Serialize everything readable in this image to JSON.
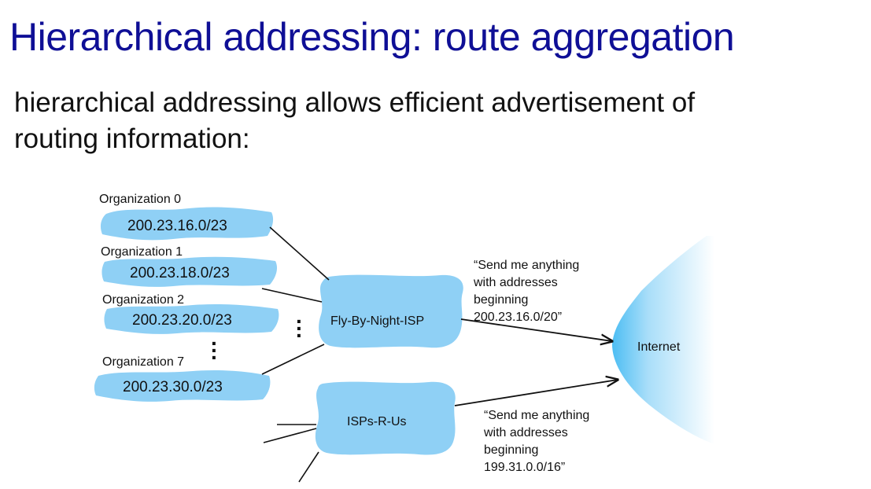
{
  "title": "Hierarchical addressing: route aggregation",
  "subtitle_lines": [
    "hierarchical addressing allows efficient advertisement of",
    "routing  information:"
  ],
  "organizations": [
    {
      "label": "Organization 0",
      "prefix": "200.23.16.0/23"
    },
    {
      "label": "Organization 1",
      "prefix": "200.23.18.0/23"
    },
    {
      "label": "Organization 2",
      "prefix": "200.23.20.0/23"
    },
    {
      "label": "Organization 7",
      "prefix": "200.23.30.0/23"
    }
  ],
  "isps": {
    "fly_by_night": "Fly-By-Night-ISP",
    "isps_r_us": "ISPs-R-Us"
  },
  "internet_label": "Internet",
  "advertisements": {
    "fly_by_night": [
      "“Send me anything",
      "with addresses",
      "beginning",
      "200.23.16.0/20”"
    ],
    "isps_r_us": [
      "“Send me anything",
      "with addresses",
      "beginning",
      "199.31.0.0/16”"
    ]
  },
  "colors": {
    "title": "#0f0f96",
    "cloud_fill": "#8fd0f5",
    "internet_gradient_start": "#5bc4f5",
    "text": "#111111"
  },
  "icons": {
    "org_network": "cloud-shape",
    "isp": "cloud-shape",
    "internet": "gradient-cloud"
  }
}
